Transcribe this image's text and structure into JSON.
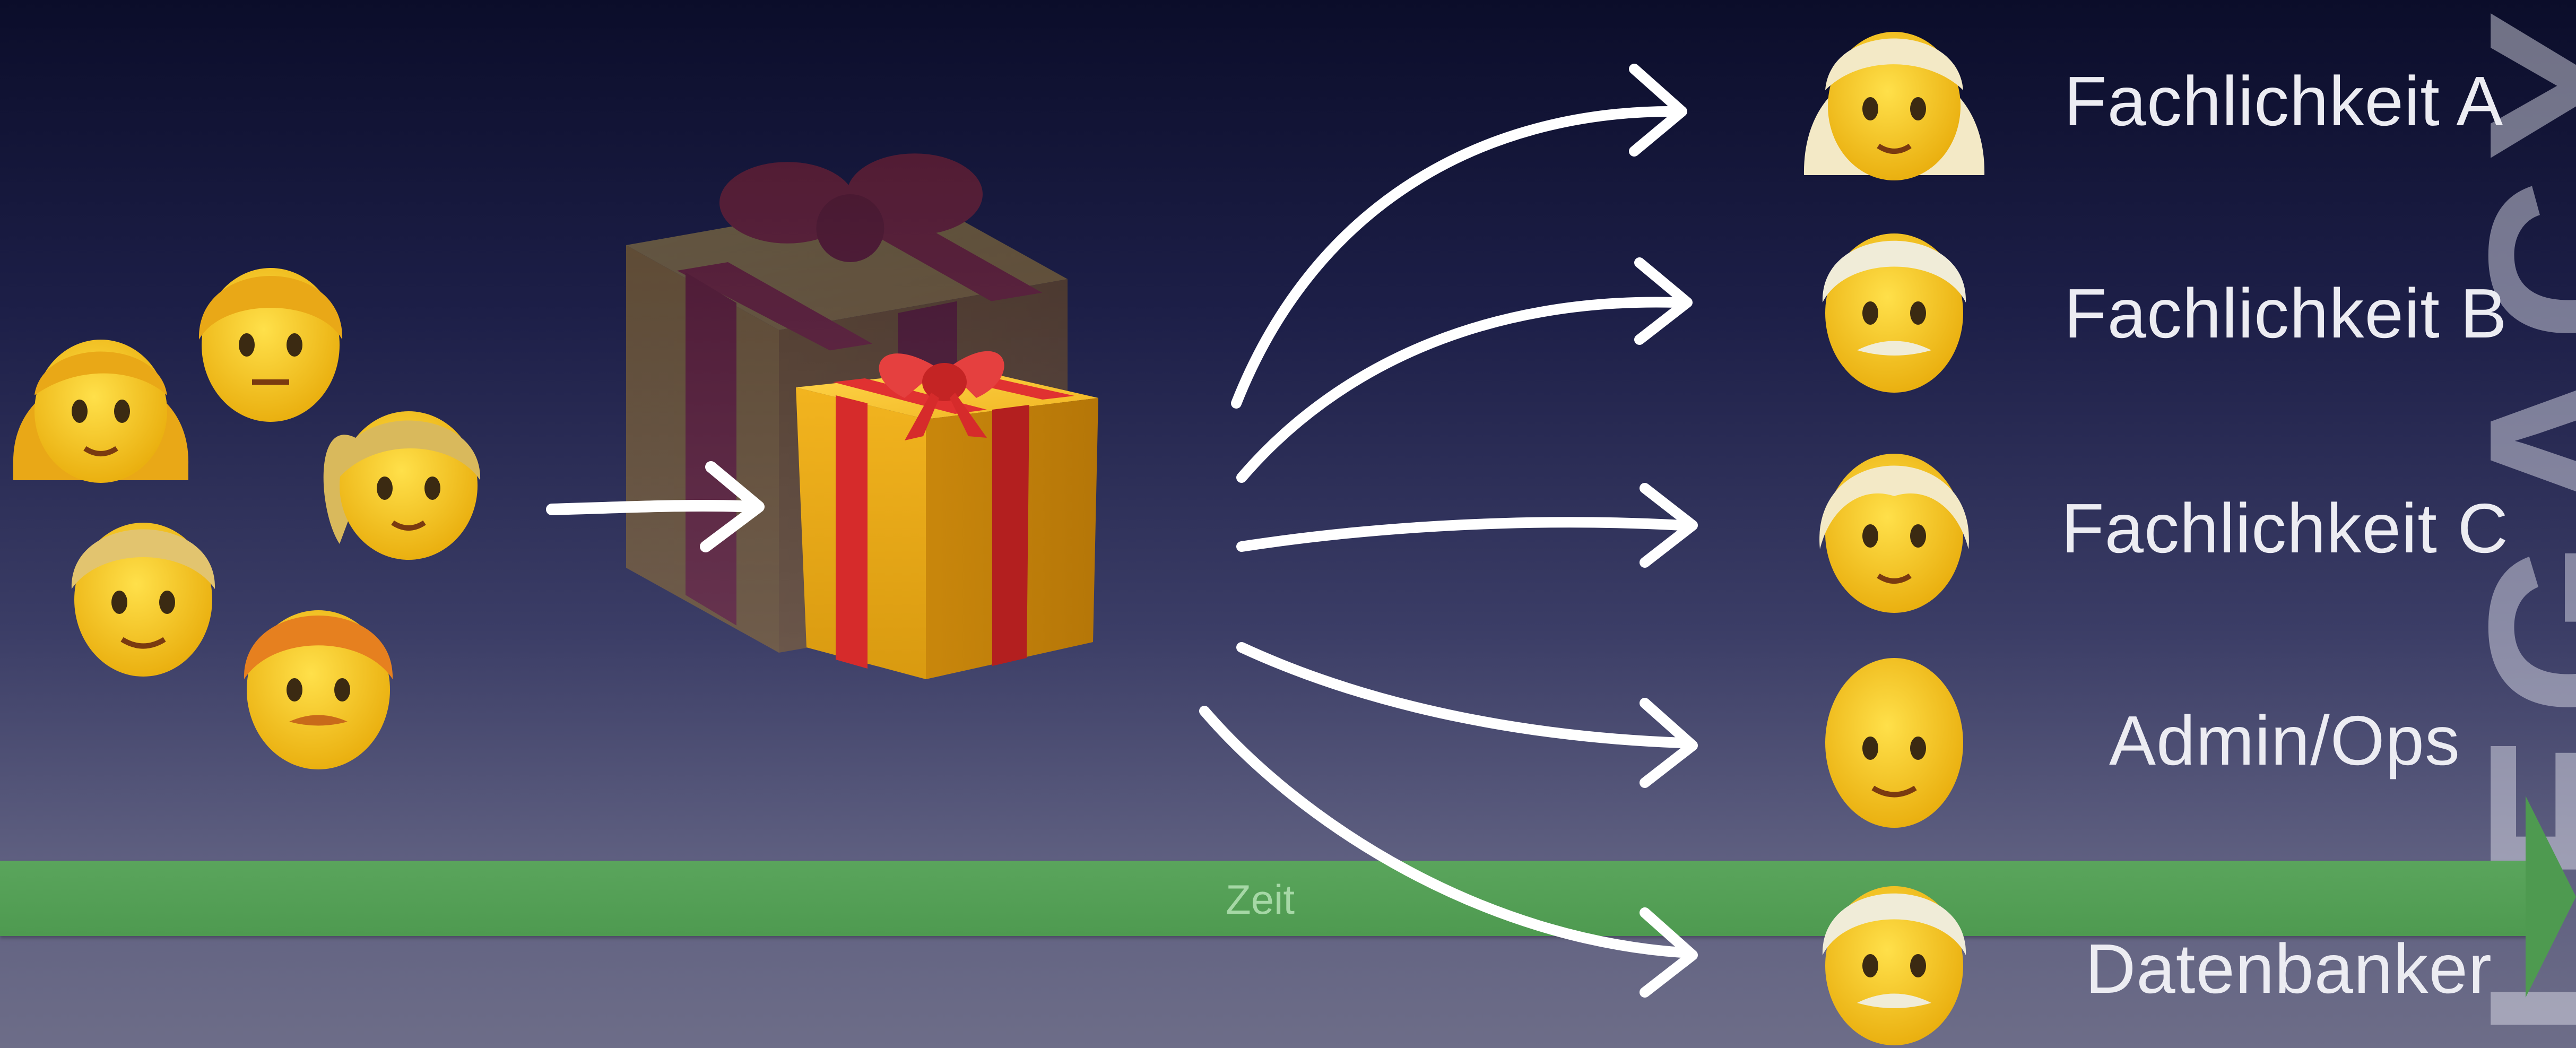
{
  "timeline": {
    "label": "Zeit"
  },
  "watermark": {
    "text": "LEGACY"
  },
  "roles": [
    {
      "label": "Fachlichkeit A",
      "icon": "woman-blond-icon"
    },
    {
      "label": "Fachlichkeit B",
      "icon": "old-man-icon"
    },
    {
      "label": "Fachlichkeit C",
      "icon": "person-blond-icon"
    },
    {
      "label": "Admin/Ops",
      "icon": "bald-man-icon"
    },
    {
      "label": "Datenbanker",
      "icon": "old-man-icon"
    }
  ],
  "colors": {
    "timeline": "#4e9a50",
    "gift_box": "#e8a817",
    "gift_ribbon": "#d62b2b",
    "skin": "#f5c127"
  }
}
